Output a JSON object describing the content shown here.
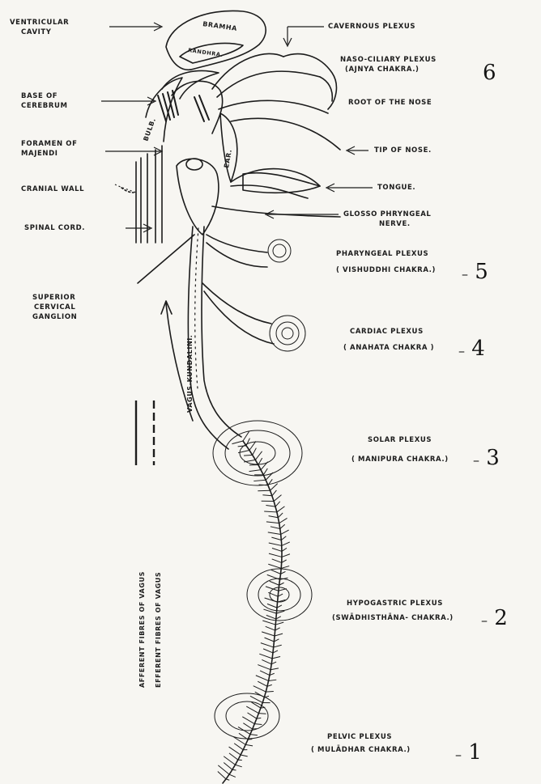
{
  "labels": {
    "ventricular_cavity_1": "VENTRICULAR",
    "ventricular_cavity_2": "CAVITY",
    "base_cerebrum_1": "BASE OF",
    "base_cerebrum_2": "CEREBRUM",
    "foramen_1": "FORAMEN OF",
    "foramen_2": "MAJENDI",
    "cranial_wall": "CRANIAL WALL",
    "spinal_cord": "SPINAL CORD.",
    "superior_cervical_1": "SUPERIOR",
    "superior_cervical_2": "CERVICAL",
    "superior_cervical_3": "GANGLION",
    "bramha": "BRAMHA",
    "randhra": "RANDHRA.",
    "bulb": "BULB.",
    "ear": "EAR.",
    "vagus_kundalini": "VAGUS-KUNDALINI.",
    "afferent": "AFFERENT FIBRES OF VAGUS",
    "efferent": "EFFERENT FIBRES OF VAGUS",
    "cavernous": "CAVERNOUS PLEXUS",
    "naso_ciliary_1": "NASO-CILIARY PLEXUS",
    "naso_ciliary_2": "(AJNYA CHAKRA.)",
    "root_nose": "ROOT OF THE NOSE",
    "tip_nose": "TIP OF NOSE.",
    "tongue": "TONGUE.",
    "glosso_1": "GLOSSO PHRYNGEAL",
    "glosso_2": "NERVE.",
    "pharyngeal_1": "PHARYNGEAL PLEXUS",
    "pharyngeal_2": "( VISHUDDHI CHAKRA.)",
    "cardiac_1": "CARDIAC PLEXUS",
    "cardiac_2": "( ANAHATA CHAKRA )",
    "solar_1": "SOLAR PLEXUS",
    "solar_2": "( MANIPURA CHAKRA.)",
    "hypogastric_1": "HYPOGASTRIC PLEXUS",
    "hypogastric_2": "(SWĀDHISTHĀNA- CHAKRA.)",
    "pelvic_1": "PELVIC PLEXUS",
    "pelvic_2": "( MULĀDHAR CHAKRA.)"
  },
  "chakra_numbers": {
    "ajnya": "6",
    "vishuddhi": "5",
    "anahata": "4",
    "manipura": "3",
    "swadhisthana": "2",
    "muladhar": "1"
  },
  "colors": {
    "ink": "#1c1c1c",
    "paper": "#f7f6f2"
  }
}
